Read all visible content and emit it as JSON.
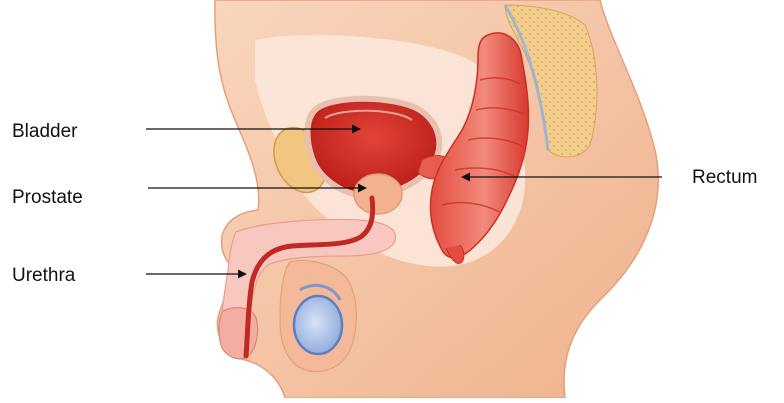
{
  "labels": {
    "bladder": "Bladder",
    "prostate": "Prostate",
    "urethra": "Urethra",
    "rectum": "Rectum"
  },
  "colors": {
    "skin": "#f4c7a8",
    "skin_shadow": "#e8a882",
    "skin_light": "#f9dcc6",
    "body_cavity": "#fbe4d4",
    "organ_red": "#d7322a",
    "organ_dark": "#b51e1a",
    "organ_pink": "#f08b82",
    "prostate": "#f2b08e",
    "bone": "#f0c67a",
    "spine_texture": "#e9b777",
    "testis_blue": "#a9bfe4",
    "testis_outline": "#5c7fc2",
    "arrow": "#111111"
  },
  "icons": {
    "bladder_pointer": "arrow-right",
    "prostate_pointer": "arrow-right",
    "urethra_pointer": "arrow-right",
    "rectum_pointer": "arrow-left"
  }
}
